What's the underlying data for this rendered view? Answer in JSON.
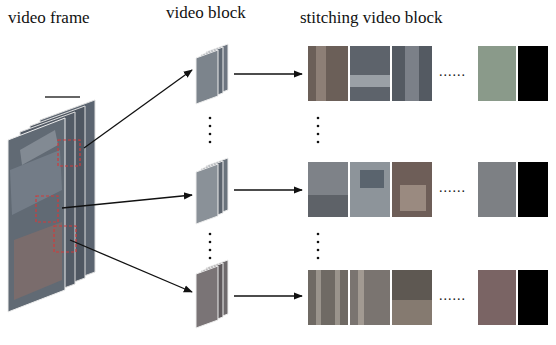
{
  "diagram": {
    "labels": [
      "video frame",
      "video block",
      "stitching video block",
      "......",
      "......",
      "......"
    ]
  }
}
